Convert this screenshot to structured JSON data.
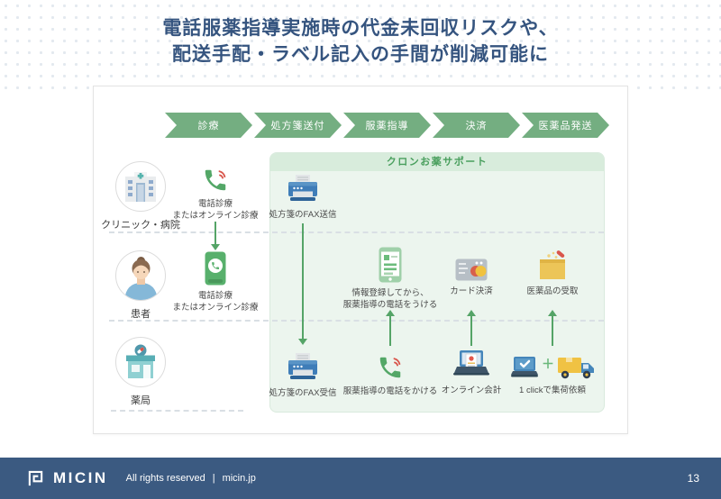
{
  "title": {
    "line1": "電話服薬指導実施時の代金未回収リスクや、",
    "line2": "配送手配・ラベル記入の手間が削減可能に"
  },
  "flow": {
    "steps": [
      {
        "label": "診療"
      },
      {
        "label": "処方箋送付"
      },
      {
        "label": "服薬指導"
      },
      {
        "label": "決済"
      },
      {
        "label": "医薬品発送"
      }
    ]
  },
  "actors": [
    {
      "label": "クリニック・病院"
    },
    {
      "label": "患者"
    },
    {
      "label": "薬局"
    }
  ],
  "support": {
    "title": "クロンお薬サポート"
  },
  "nodes": {
    "clinic_phone": {
      "line1": "電話診療",
      "line2": "またはオンライン診療"
    },
    "fax_send": {
      "label": "処方箋のFAX送信"
    },
    "patient_phone": {
      "line1": "電話診療",
      "line2": "またはオンライン診療"
    },
    "info_register": {
      "line1": "情報登録してから、",
      "line2": "服薬指導の電話をうける"
    },
    "card_payment": {
      "label": "カード決済"
    },
    "medicine_receive": {
      "label": "医薬品の受取"
    },
    "fax_receive": {
      "label": "処方箋のFAX受信"
    },
    "call_guidance": {
      "label": "服薬指導の電話をかける"
    },
    "online_accounting": {
      "label": "オンライン会計"
    },
    "one_click_pickup": {
      "label": "1 clickで集荷依頼",
      "plus": "＋"
    }
  },
  "footer": {
    "brand": "MICIN",
    "rights": "All rights reserved",
    "divider": "|",
    "site": "micin.jp",
    "page_number": "13"
  },
  "colors": {
    "title_navy": "#35547f",
    "footer_navy": "#3b5a81",
    "chevron_green": "#74ae81",
    "arrow_green": "#55a467",
    "support_bg": "#ecf5ee",
    "support_header_bg": "#d8ecdc",
    "support_title_green": "#4a9f5e"
  }
}
